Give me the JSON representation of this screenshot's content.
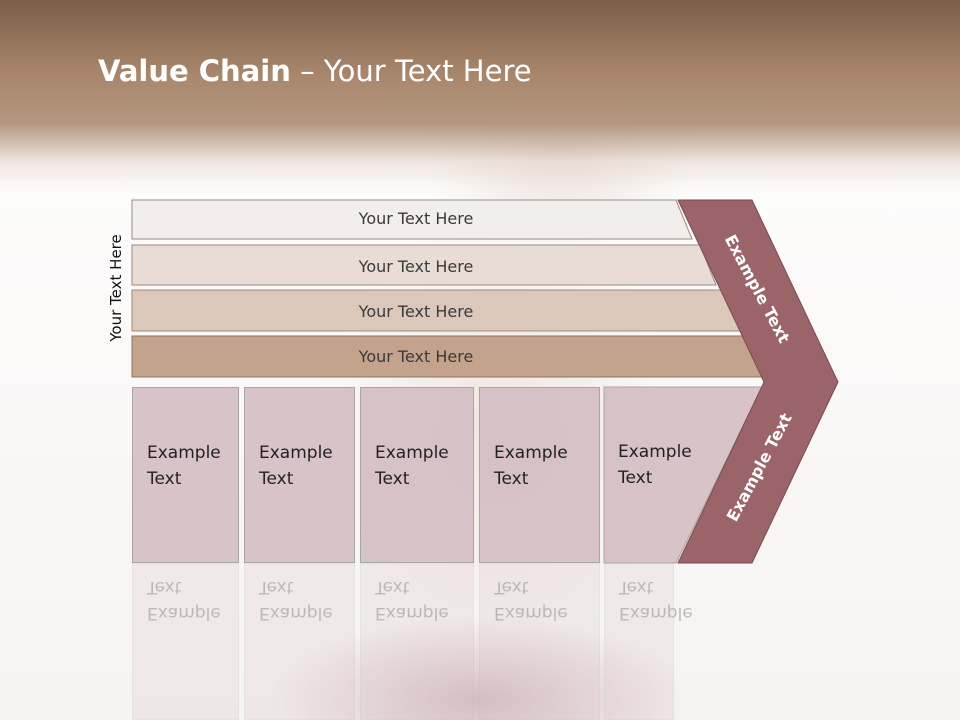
{
  "title": {
    "bold": "Value Chain",
    "rest": " – Your Text Here"
  },
  "side_label": "Your Text Here",
  "rows": [
    {
      "label": "Your Text Here",
      "color": "#f2eeeb"
    },
    {
      "label": "Your Text Here",
      "color": "#e8dcd4"
    },
    {
      "label": "Your Text Here",
      "color": "#dcc8ba"
    },
    {
      "label": "Your Text Here",
      "color": "#c4a38c"
    }
  ],
  "boxes": [
    {
      "text": "Example Text"
    },
    {
      "text": "Example Text"
    },
    {
      "text": "Example Text"
    },
    {
      "text": "Example Text"
    },
    {
      "text": "Example Text"
    }
  ],
  "chevron": {
    "upper_text": "Example Text",
    "lower_text": "Example Text",
    "color": "#9a6468"
  }
}
